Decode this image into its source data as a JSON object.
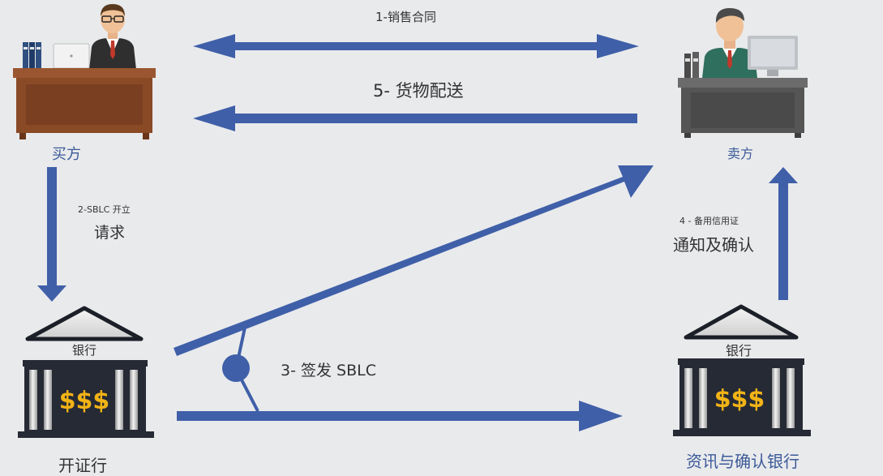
{
  "parties": {
    "buyer": "买方",
    "seller": "卖方",
    "issuing_bank": "开证行",
    "advising_bank": "资讯与确认银行",
    "bank_label_left": "银行",
    "bank_label_right": "银行",
    "bank_sign_left": "$$$",
    "bank_sign_right": "$$$"
  },
  "flows": {
    "step1": "1-销售合同",
    "step2_line1": "2-SBLC 开立",
    "step2_line2": "请求",
    "step3": "3- 签发 SBLC",
    "step4_line1": "4 - 备用信用证",
    "step4_line2": "通知及确认",
    "step5": "5- 货物配送"
  },
  "colors": {
    "arrow": "#3f5fa8",
    "background": "#e9eaec",
    "buyer_desk": "#8a4a26",
    "seller_desk": "#555555",
    "bank_panel": "#262a34",
    "dollar": "#f2b316",
    "label_blue": "#3b5a99"
  },
  "icons": {
    "buyer": "buyer-at-desk-icon",
    "seller": "seller-at-desk-icon",
    "bank": "bank-building-icon"
  }
}
